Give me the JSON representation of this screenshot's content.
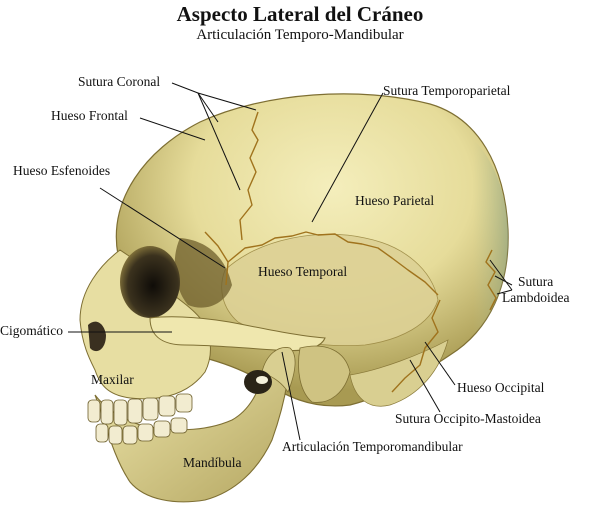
{
  "header": {
    "title": "Aspecto Lateral del Cráneo",
    "subtitle": "Articulación Temporo-Mandibular"
  },
  "labels": {
    "sutura_coronal": "Sutura Coronal",
    "hueso_frontal": "Hueso Frontal",
    "hueso_esfenoides": "Hueso Esfenoides",
    "sutura_temporoparietal": "Sutura Temporoparietal",
    "hueso_parietal": "Hueso Parietal",
    "hueso_temporal": "Hueso Temporal",
    "sutura_lambdoidea_1": "Sutura",
    "sutura_lambdoidea_2": "Lambdoidea",
    "cigomatico": "Cigomático",
    "maxilar": "Maxilar",
    "hueso_occipital": "Hueso Occipital",
    "sutura_occipito_mastoidea": "Sutura Occipito-Mastoidea",
    "articulacion_temporomandibular": "Articulación Temporomandibular",
    "mandibula": "Mandíbula"
  },
  "colors": {
    "bone_light": "#f1ebb0",
    "bone_mid": "#d7cc86",
    "bone_shadow": "#8a7a3a",
    "cavity": "#2a2418",
    "suture": "#a0731d",
    "leader_line": "#111111"
  }
}
